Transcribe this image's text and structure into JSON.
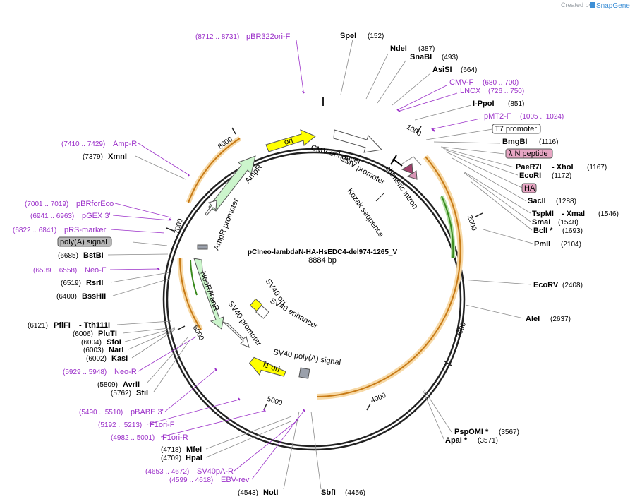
{
  "header": {
    "credit": "Created by",
    "brand": "SnapGene"
  },
  "plasmid": {
    "name": "pCIneo-lambdaN-HA-HsEDC4-del974-1265_V",
    "size": "8884 bp"
  },
  "ticks": [
    "1000",
    "2000",
    "3000",
    "4000",
    "5000",
    "6000",
    "7000",
    "8000"
  ],
  "enzymes": {
    "spei": {
      "name": "SpeI",
      "pos": "(152)"
    },
    "ndei": {
      "name": "NdeI",
      "pos": "(387)"
    },
    "snabi": {
      "name": "SnaBI",
      "pos": "(493)"
    },
    "asisi": {
      "name": "AsiSI",
      "pos": "(664)"
    },
    "ippoi": {
      "name": "I-PpoI",
      "pos": "(851)"
    },
    "bmgbi": {
      "name": "BmgBI",
      "pos": "(1116)"
    },
    "paer7i": {
      "name": "PaeR7I",
      "name2": "- XhoI",
      "pos": "(1167)"
    },
    "ecori": {
      "name": "EcoRI",
      "pos": "(1172)"
    },
    "sacii": {
      "name": "SacII",
      "pos": "(1288)"
    },
    "tspmi": {
      "name": "TspMI",
      "name2": "- XmaI",
      "pos": "(1546)"
    },
    "smai": {
      "name": "SmaI",
      "pos": "(1548)"
    },
    "bcli": {
      "name": "BclI *",
      "pos": "(1693)"
    },
    "pmli": {
      "name": "PmlI",
      "pos": "(2104)"
    },
    "ecorv": {
      "name": "EcoRV",
      "pos": "(2408)"
    },
    "alei": {
      "name": "AleI",
      "pos": "(2637)"
    },
    "pspomi": {
      "name": "PspOMI *",
      "pos": "(3567)"
    },
    "apai": {
      "name": "ApaI *",
      "pos": "(3571)"
    },
    "sbfi": {
      "name": "SbfI",
      "pos": "(4456)"
    },
    "noti": {
      "name": "NotI",
      "pos": "(4543)"
    },
    "hpai": {
      "name": "HpaI",
      "pos": "(4709)"
    },
    "mfei": {
      "name": "MfeI",
      "pos": "(4718)"
    },
    "sfii": {
      "name": "SfiI",
      "pos": "(5762)"
    },
    "avrii": {
      "name": "AvrII",
      "pos": "(5809)"
    },
    "kasi": {
      "name": "KasI",
      "pos": "(6002)"
    },
    "nari": {
      "name": "NarI",
      "pos": "(6003)"
    },
    "sfoi": {
      "name": "SfoI",
      "pos": "(6004)"
    },
    "pluti": {
      "name": "PluTI",
      "pos": "(6006)"
    },
    "pflfi": {
      "name": "PflFI",
      "name2": "- Tth111I",
      "pos": "(6121)"
    },
    "bsshii": {
      "name": "BssHII",
      "pos": "(6400)"
    },
    "rsrii": {
      "name": "RsrII",
      "pos": "(6519)"
    },
    "bstbi": {
      "name": "BstBI",
      "pos": "(6685)"
    },
    "xmni": {
      "name": "XmnI",
      "pos": "(7379)"
    }
  },
  "primers": {
    "pbr322ori": {
      "name": "pBR322ori-F",
      "pos": "(8712 .. 8731)"
    },
    "cmvf": {
      "name": "CMV-F",
      "pos": "(680 .. 700)"
    },
    "lncx": {
      "name": "LNCX",
      "pos": "(726 .. 750)"
    },
    "pmt2f": {
      "name": "pMT2-F",
      "pos": "(1005 .. 1024)"
    },
    "ampr": {
      "name": "Amp-R",
      "pos": "(7410 .. 7429)"
    },
    "pbrforeco": {
      "name": "pBRforEco",
      "pos": "(7001 .. 7019)"
    },
    "pgex3": {
      "name": "pGEX 3'",
      "pos": "(6941 .. 6963)"
    },
    "prsmarker": {
      "name": "pRS-marker",
      "pos": "(6822 .. 6841)"
    },
    "neof": {
      "name": "Neo-F",
      "pos": "(6539 .. 6558)"
    },
    "neor": {
      "name": "Neo-R",
      "pos": "(5929 .. 5948)"
    },
    "pbabe3": {
      "name": "pBABE 3'",
      "pos": "(5490 .. 5510)"
    },
    "f1orif": {
      "name": "F1ori-F",
      "pos": "(5192 .. 5213)"
    },
    "f1orir": {
      "name": "F1ori-R",
      "pos": "(4982 .. 5001)"
    },
    "sv40par": {
      "name": "SV40pA-R",
      "pos": "(4653 .. 4672)"
    },
    "ebvrev": {
      "name": "EBV-rev",
      "pos": "(4599 .. 4618)"
    }
  },
  "boxed": {
    "t7": "T7 promoter",
    "lambdan": "λ N peptide",
    "ha": "HA",
    "polya": "poly(A) signal"
  },
  "features": {
    "cmv_enhancer": "CMV enhancer",
    "cmv_promoter": "CMV promoter",
    "chimeric_intron": "chimeric intron",
    "kozak": "Kozak sequence",
    "ori": "ori",
    "ampr": "AmpR",
    "ampr_promoter": "AmpR promoter",
    "neokanr": "NeoR/KanR",
    "sv40_promoter": "SV40 promoter",
    "sv40_ori": "SV40 ori",
    "sv40_enhancer": "SV40 enhancer",
    "sv40_polya": "SV40 poly(A) signal",
    "f1ori": "f1 ori"
  },
  "colors": {
    "primer": "#9b30c9",
    "orf": "#f2a33a",
    "ori_fill": "#ffff00",
    "ampr_fill": "#ccf5cc",
    "boxed_pink": "#e8a6c4"
  }
}
